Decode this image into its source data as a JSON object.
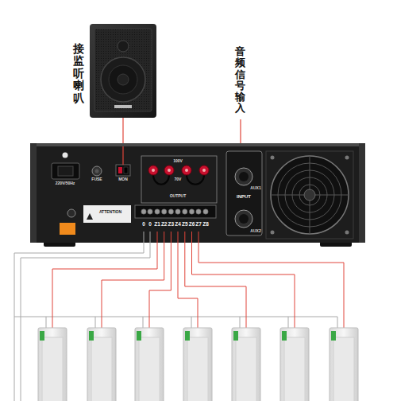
{
  "diagram": {
    "nodes": [
      {
        "text": [
          "接监听喇叭"
        ]
      },
      {
        "text": [
          "220V/50Hz",
          "FUSE",
          "MON",
          "100V",
          "70V",
          "OUTPUT",
          "INPUT",
          "AUX1",
          "AUX2",
          "ATTENTION",
          "0",
          "0",
          "Z1",
          "Z2",
          "Z3",
          "Z4",
          "Z5",
          "Z6",
          "Z7",
          "Z8"
        ]
      }
    ],
    "edges": [
      {
        "from": 1,
        "to": 0,
        "arrow": "none"
      }
    ],
    "labels": [
      "音频信号输入"
    ]
  }
}
